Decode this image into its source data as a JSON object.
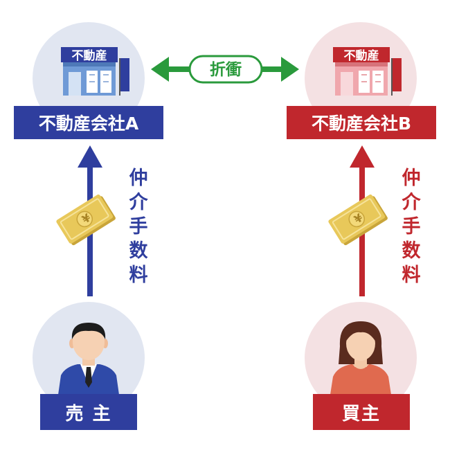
{
  "company_a": {
    "building_sign": "不動産",
    "name": "不動産会社A",
    "color": "#2f3e9e",
    "circle_color": "#e1e6f1"
  },
  "company_b": {
    "building_sign": "不動産",
    "name": "不動産会社B",
    "color": "#c0272d",
    "circle_color": "#f4e1e3"
  },
  "negotiation": {
    "label": "折衝",
    "color": "#2a9a3c"
  },
  "fee_left": {
    "label": "仲介手数料",
    "color": "#2f3e9e"
  },
  "fee_right": {
    "label": "仲介手数料",
    "color": "#c0272d"
  },
  "seller": {
    "label": "売 主",
    "color": "#2f3e9e",
    "circle_color": "#e1e6f1"
  },
  "buyer": {
    "label": "買主",
    "color": "#c0272d",
    "circle_color": "#f4e1e3"
  },
  "money_icon": {
    "symbol": "¥",
    "color": "#e8c85a"
  }
}
